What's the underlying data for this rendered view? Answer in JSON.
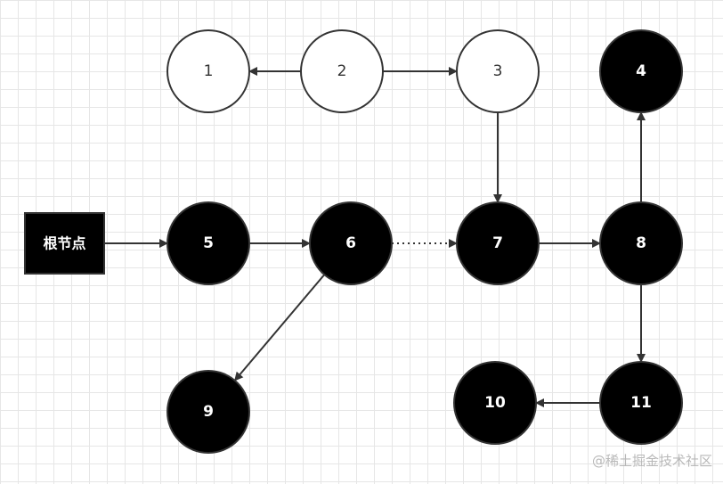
{
  "diagram": {
    "root": {
      "label": "根节点"
    },
    "nodes": [
      {
        "id": "1",
        "label": "1",
        "style": "white"
      },
      {
        "id": "2",
        "label": "2",
        "style": "white"
      },
      {
        "id": "3",
        "label": "3",
        "style": "white"
      },
      {
        "id": "4",
        "label": "4",
        "style": "black"
      },
      {
        "id": "5",
        "label": "5",
        "style": "black"
      },
      {
        "id": "6",
        "label": "6",
        "style": "black"
      },
      {
        "id": "7",
        "label": "7",
        "style": "black"
      },
      {
        "id": "8",
        "label": "8",
        "style": "black"
      },
      {
        "id": "9",
        "label": "9",
        "style": "black"
      },
      {
        "id": "10",
        "label": "10",
        "style": "black"
      },
      {
        "id": "11",
        "label": "11",
        "style": "black"
      }
    ],
    "edges": [
      {
        "from": "2",
        "to": "1",
        "style": "solid"
      },
      {
        "from": "2",
        "to": "3",
        "style": "solid"
      },
      {
        "from": "3",
        "to": "7",
        "style": "solid"
      },
      {
        "from": "root",
        "to": "5",
        "style": "solid"
      },
      {
        "from": "5",
        "to": "6",
        "style": "solid"
      },
      {
        "from": "6",
        "to": "7",
        "style": "dotted"
      },
      {
        "from": "7",
        "to": "8",
        "style": "solid"
      },
      {
        "from": "8",
        "to": "4",
        "style": "solid"
      },
      {
        "from": "8",
        "to": "11",
        "style": "solid"
      },
      {
        "from": "11",
        "to": "10",
        "style": "solid"
      },
      {
        "from": "6",
        "to": "9",
        "style": "solid"
      }
    ]
  },
  "watermark": "@稀土掘金技术社区",
  "colors": {
    "black_node": "#000000",
    "white_node": "#ffffff",
    "stroke": "#333333",
    "grid": "#e6e6e6"
  }
}
